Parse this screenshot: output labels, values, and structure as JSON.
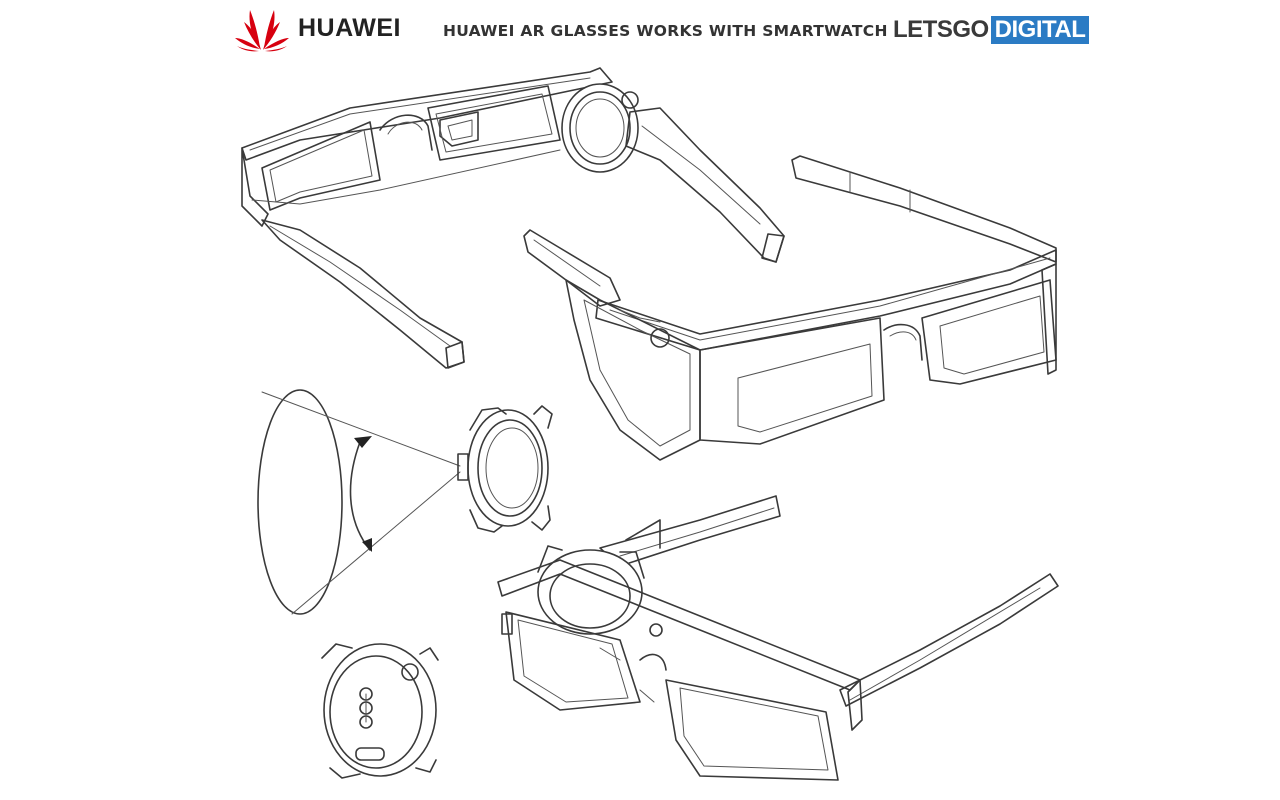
{
  "brand": {
    "name": "HUAWEI",
    "logo_icon": "huawei-flower-icon",
    "logo_color": "#d7000f"
  },
  "headline": "HUAWEI AR GLASSES WORKS WITH SMARTWATCH",
  "watermark": {
    "part1": "LETSGO",
    "part2": "DIGITAL",
    "accent_color": "#2b7bc4"
  },
  "figures": [
    {
      "name": "ar-glasses-with-watch-rear-view"
    },
    {
      "name": "ar-glasses-front-view"
    },
    {
      "name": "smartwatch-projection-cone"
    },
    {
      "name": "smartwatch-bottom"
    },
    {
      "name": "ar-glasses-with-watch-perspective"
    }
  ]
}
